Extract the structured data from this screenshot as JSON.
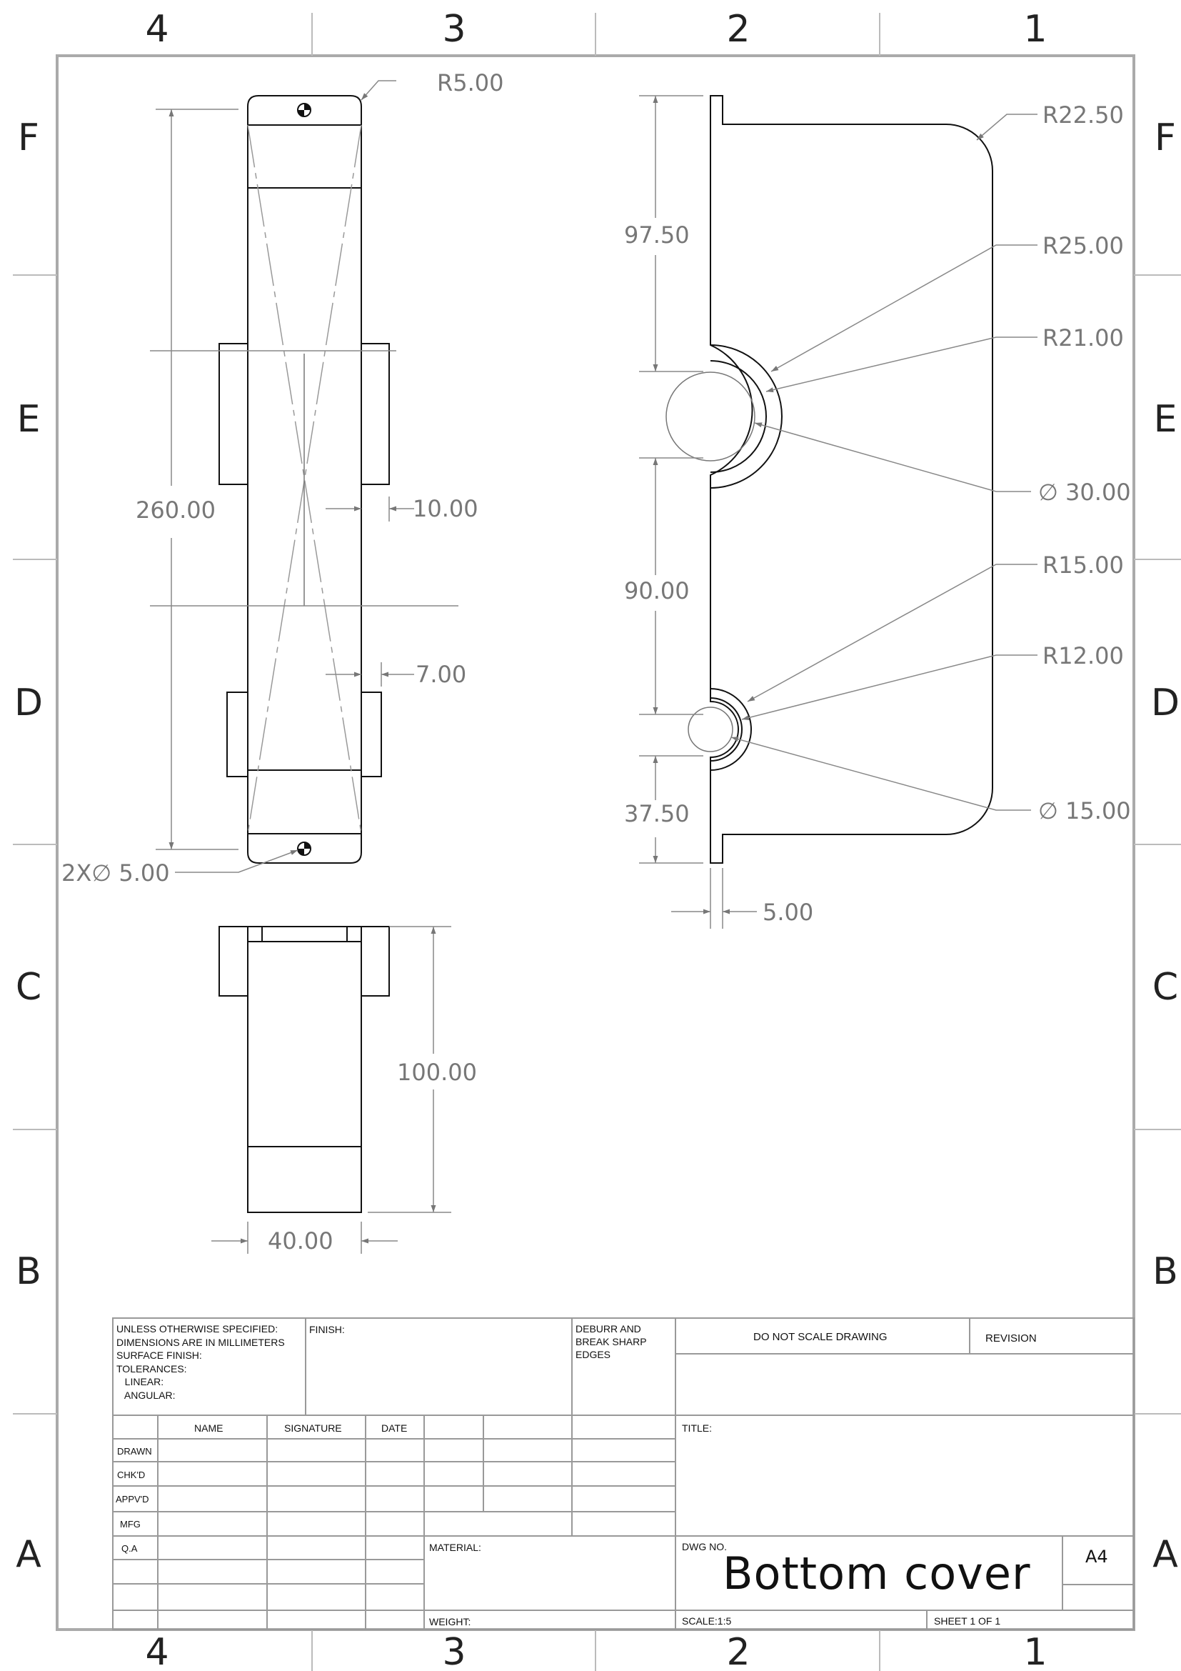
{
  "sheet": {
    "zones": {
      "columns": [
        "4",
        "3",
        "2",
        "1"
      ],
      "rows": [
        "F",
        "E",
        "D",
        "C",
        "B",
        "A"
      ]
    }
  },
  "front_view": {
    "dimensions": {
      "overall_length": "260.00",
      "corner_radius": "R5.00",
      "hole_callout": "2X∅ 5.00",
      "upper_offset": "10.00",
      "lower_offset": "7.00"
    }
  },
  "side_view": {
    "dimensions": {
      "top_segment": "97.50",
      "middle_segment": "90.00",
      "bottom_segment": "37.50",
      "flange_thickness": "5.00",
      "corner_radius": "R22.50",
      "large_outer_radius": "R25.00",
      "large_inner_radius": "R21.00",
      "large_hole_dia": "∅ 30.00",
      "small_outer_radius": "R15.00",
      "small_inner_radius": "R12.00",
      "small_hole_dia": "∅ 15.00"
    }
  },
  "bottom_view": {
    "dimensions": {
      "height": "100.00",
      "width": "40.00"
    }
  },
  "title_block": {
    "notes": "UNLESS OTHERWISE SPECIFIED:\nDIMENSIONS ARE IN MILLIMETERS\nSURFACE FINISH:\nTOLERANCES:\n   LINEAR:\n   ANGULAR:",
    "finish_label": "FINISH:",
    "deburr_note": "DEBURR AND\nBREAK SHARP\nEDGES",
    "do_not_scale": "DO NOT SCALE DRAWING",
    "revision_label": "REVISION",
    "columns": {
      "name": "NAME",
      "signature": "SIGNATURE",
      "date": "DATE"
    },
    "roles": [
      "DRAWN",
      "CHK'D",
      "APPV'D",
      "MFG",
      "Q.A"
    ],
    "title_label": "TITLE:",
    "material_label": "MATERIAL:",
    "weight_label": "WEIGHT:",
    "dwg_no_label": "DWG NO.",
    "drawing_title": "Bottom cover",
    "paper_size": "A4",
    "scale": "SCALE:1:5",
    "sheet": "SHEET 1 OF 1"
  }
}
